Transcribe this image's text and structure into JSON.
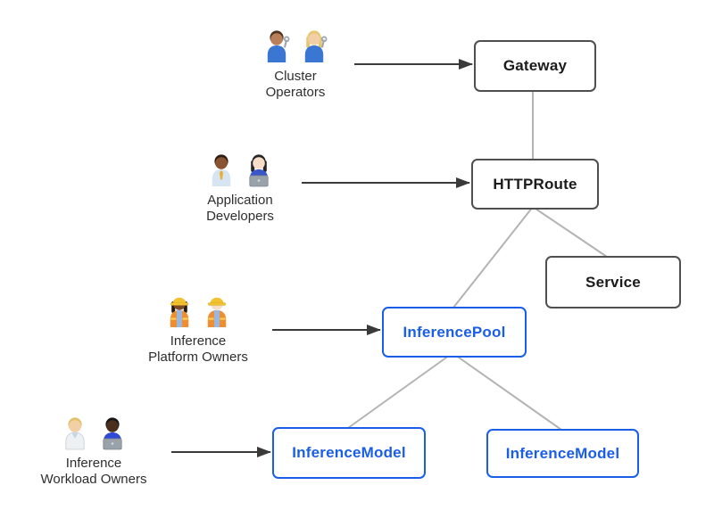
{
  "diagram_type": "persona-resource relationship diagram",
  "colors": {
    "background": "#ffffff",
    "node_border_dark": "#4f4f4f",
    "node_text_dark": "#1b1b1b",
    "accent_blue": "#1a5ee8",
    "connector_gray": "#b3b3b3",
    "arrow_dark": "#3a3a3a",
    "label_text": "#2e2e2e"
  },
  "nodes": [
    {
      "label": "Gateway",
      "style": "dark"
    },
    {
      "label": "HTTPRoute",
      "style": "dark"
    },
    {
      "label": "Service",
      "style": "dark"
    },
    {
      "label": "InferencePool",
      "style": "blue"
    },
    {
      "label": "InferenceModel",
      "style": "blue"
    },
    {
      "label": "InferenceModel",
      "style": "blue"
    }
  ],
  "actors": [
    {
      "label_lines": [
        "Cluster",
        "Operators"
      ],
      "icon": "mechanics-emoji-icon",
      "points_to": "Gateway",
      "people": [
        {
          "skin": "#b97f5a",
          "hair": "#4e3320",
          "shirt": "#3b76d2",
          "wrench": true
        },
        {
          "skin": "#f2cfa5",
          "hair": "#e8c66f",
          "shirt": "#3b76d2",
          "wrench": true,
          "longhair": true
        }
      ]
    },
    {
      "label_lines": [
        "Application",
        "Developers"
      ],
      "icon": "developers-emoji-icon",
      "points_to": "HTTPRoute",
      "people": [
        {
          "skin": "#8a5433",
          "hair": "#2e1d12",
          "shirt": "#d7e4f2",
          "tie": true
        },
        {
          "skin": "#f6ddc9",
          "hair": "#262626",
          "shirt": "#3a57c9",
          "laptop": true,
          "longhair": true
        }
      ]
    },
    {
      "label_lines": [
        "Inference",
        "Platform Owners"
      ],
      "icon": "construction-workers-emoji-icon",
      "points_to": "InferencePool",
      "people": [
        {
          "skin": "#7c4a2a",
          "hair": "#241a12",
          "shirt": "#9bb7e0",
          "hat": true,
          "vest": true,
          "longhair": true
        },
        {
          "skin": "#f6ddc9",
          "hair": "#caa15a",
          "shirt": "#9bb7e0",
          "hat": true,
          "vest": true
        }
      ]
    },
    {
      "label_lines": [
        "Inference",
        "Workload Owners"
      ],
      "icon": "workload-owners-emoji-icon",
      "points_to": "InferenceModel",
      "people": [
        {
          "skin": "#f2cfa5",
          "hair": "#e3c06b",
          "shirt": "#d8e6f0",
          "coat": true
        },
        {
          "skin": "#4a2f1c",
          "hair": "#151515",
          "shirt": "#2f4bd6",
          "laptop": true
        }
      ]
    }
  ]
}
